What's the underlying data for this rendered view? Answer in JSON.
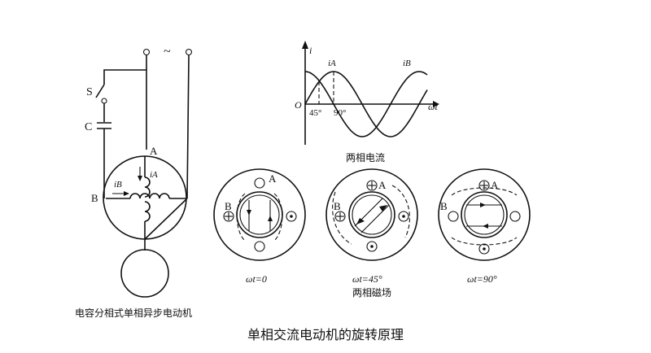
{
  "circuit": {
    "switch_label": "S",
    "capacitor_label": "C",
    "node_a_label": "A",
    "node_b_label": "B",
    "current_a_label": "iA",
    "current_b_label": "iB",
    "source_symbol": "~",
    "caption": "电容分相式单相异步电动机"
  },
  "waveform": {
    "y_axis_label": "i",
    "origin_label": "O",
    "x_axis_label": "ωt",
    "series_a_label": "iA",
    "series_b_label": "iB",
    "tick_45": "45°",
    "tick_90": "90°",
    "caption": "两相电流"
  },
  "fields": {
    "label_a": "A",
    "label_b": "B",
    "caption_0": "ωt=0",
    "caption_45": "ωt=45°",
    "caption_90": "ωt=90°",
    "caption_group": "两相磁场"
  },
  "title": "单相交流电动机的旋转原理"
}
